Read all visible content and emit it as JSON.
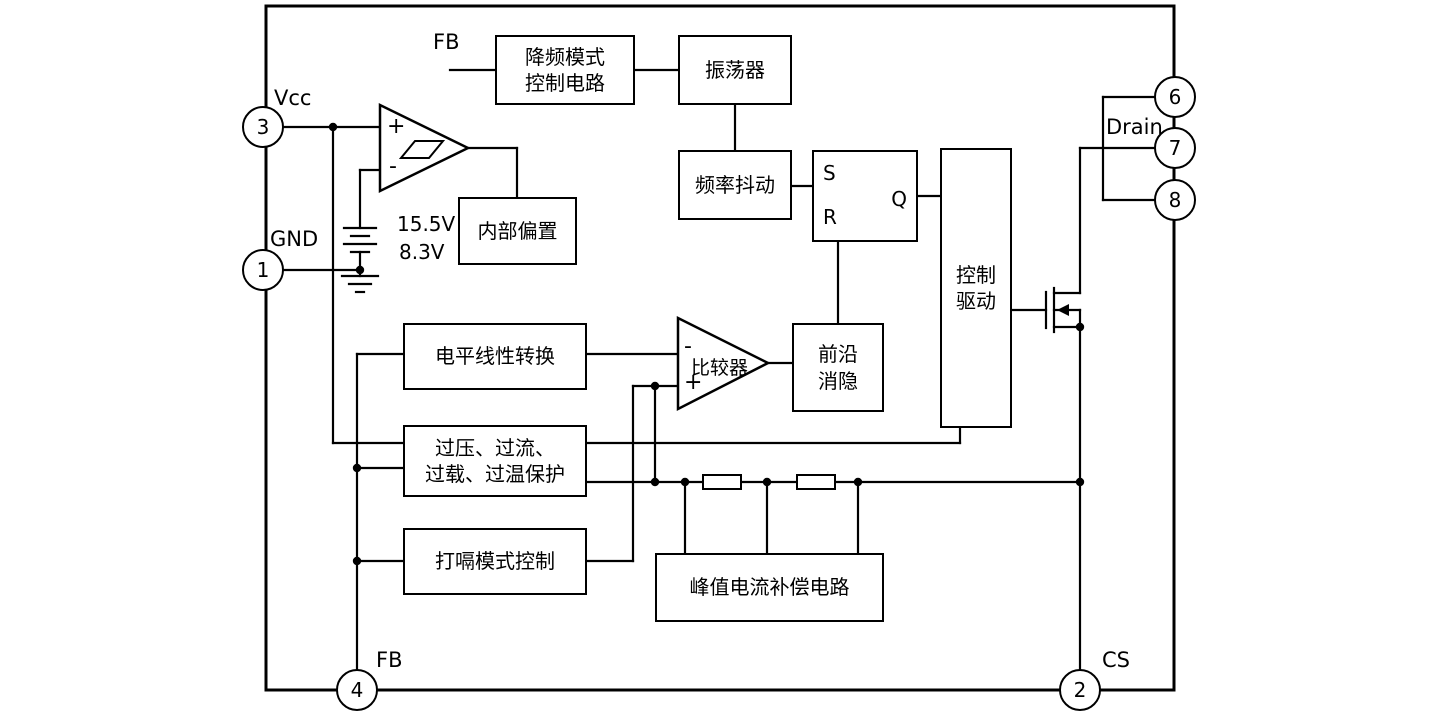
{
  "title": "power-controller-block-diagram",
  "colors": {
    "line": "#000000",
    "background": "#ffffff",
    "block_fill": "#ffffff"
  },
  "blocks": {
    "fb_mode": [
      "降频模式",
      "控制电路"
    ],
    "oscillator": [
      "振荡器"
    ],
    "freq_jitter": [
      "频率抖动"
    ],
    "internal_bias": [
      "内部偏置"
    ],
    "level_shift": [
      "电平线性转换"
    ],
    "protection": [
      "过压、过流、",
      "过载、过温保护"
    ],
    "hiccup": [
      "打嗝模式控制"
    ],
    "peak_comp": [
      "峰值电流补偿电路"
    ],
    "ctrl_drive": [
      "控制",
      "驱动"
    ],
    "leb": [
      "前沿",
      "消隐"
    ]
  },
  "latch": {
    "s": "S",
    "r": "R",
    "q": "Q"
  },
  "comparator": {
    "label": "比较器",
    "minus": "-",
    "plus": "+"
  },
  "uvlo": {
    "plus": "+",
    "minus": "-",
    "threshold_on": "15.5V",
    "threshold_off": "8.3V"
  },
  "pins": {
    "vcc": {
      "number": "3",
      "label": "Vcc"
    },
    "gnd": {
      "number": "1",
      "label": "GND"
    },
    "fb": {
      "number": "4",
      "label": "FB"
    },
    "cs": {
      "number": "2",
      "label": "CS"
    },
    "drain_a": {
      "number": "6"
    },
    "drain_b": {
      "number": "7"
    },
    "drain_c": {
      "number": "8"
    },
    "drain_label": "Drain"
  },
  "signals": {
    "fb_top": "FB"
  }
}
